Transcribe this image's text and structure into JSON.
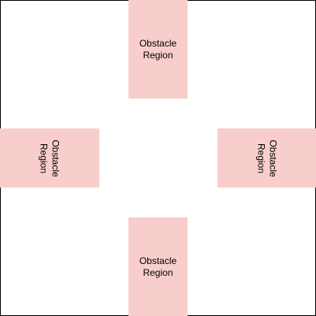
{
  "colors": {
    "obstacle_fill": "#f8cecc",
    "frame_stroke": "#000000",
    "background": "#ffffff"
  },
  "obstacles": {
    "top": {
      "label": "Obstacle\nRegion"
    },
    "left": {
      "label": "Obstacle\nRegion"
    },
    "right": {
      "label": "Obstacle\nRegion"
    },
    "bottom": {
      "label": "Obstacle\nRegion"
    }
  }
}
